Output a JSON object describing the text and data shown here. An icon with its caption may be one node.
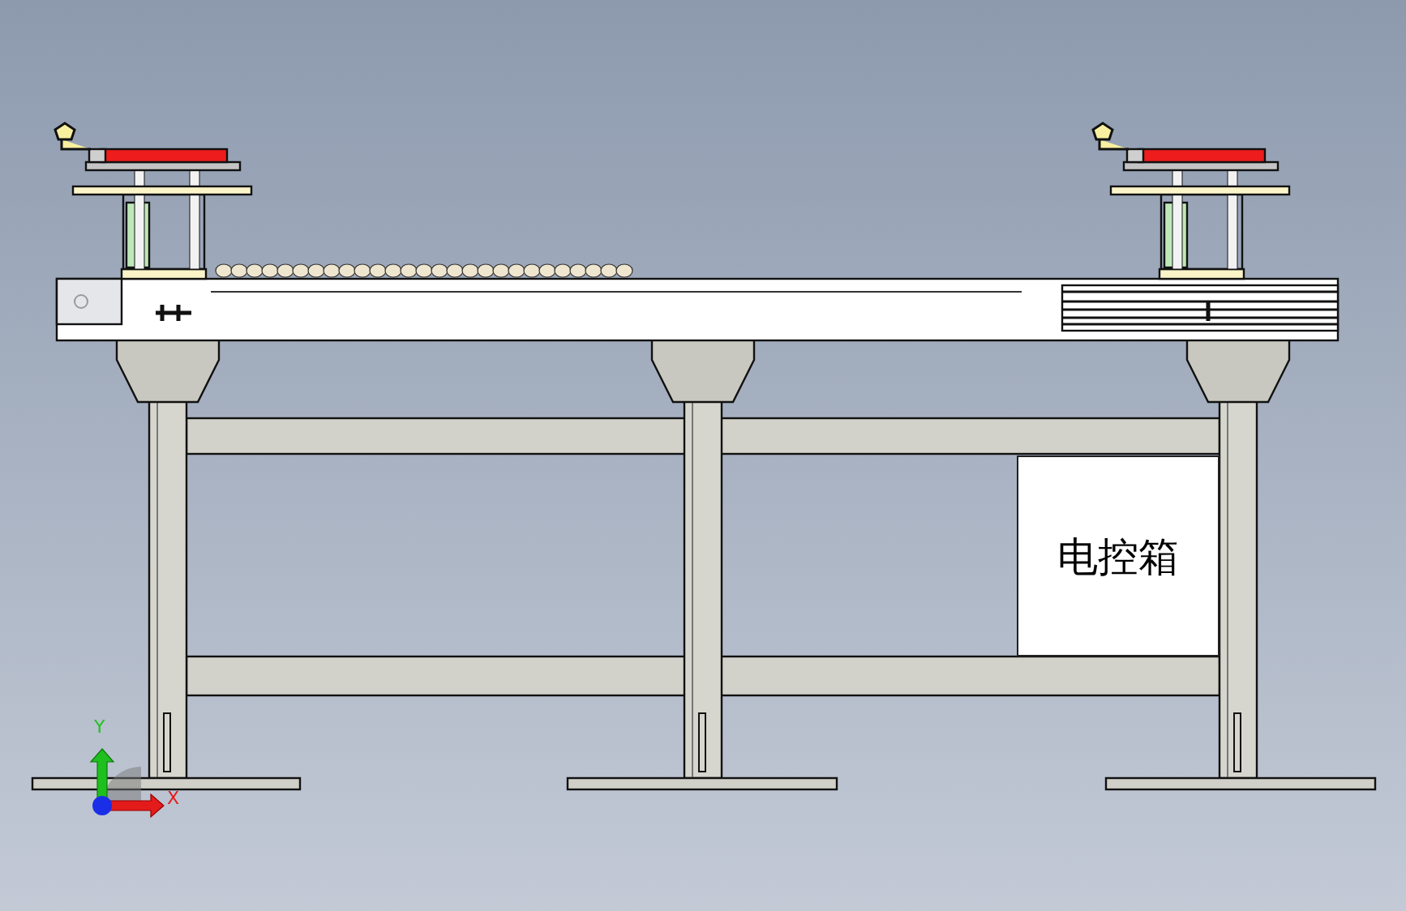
{
  "diagram": {
    "nodes": [
      {
        "text": [
          "电控箱"
        ]
      }
    ],
    "labels": [
      "Y",
      "X"
    ]
  }
}
